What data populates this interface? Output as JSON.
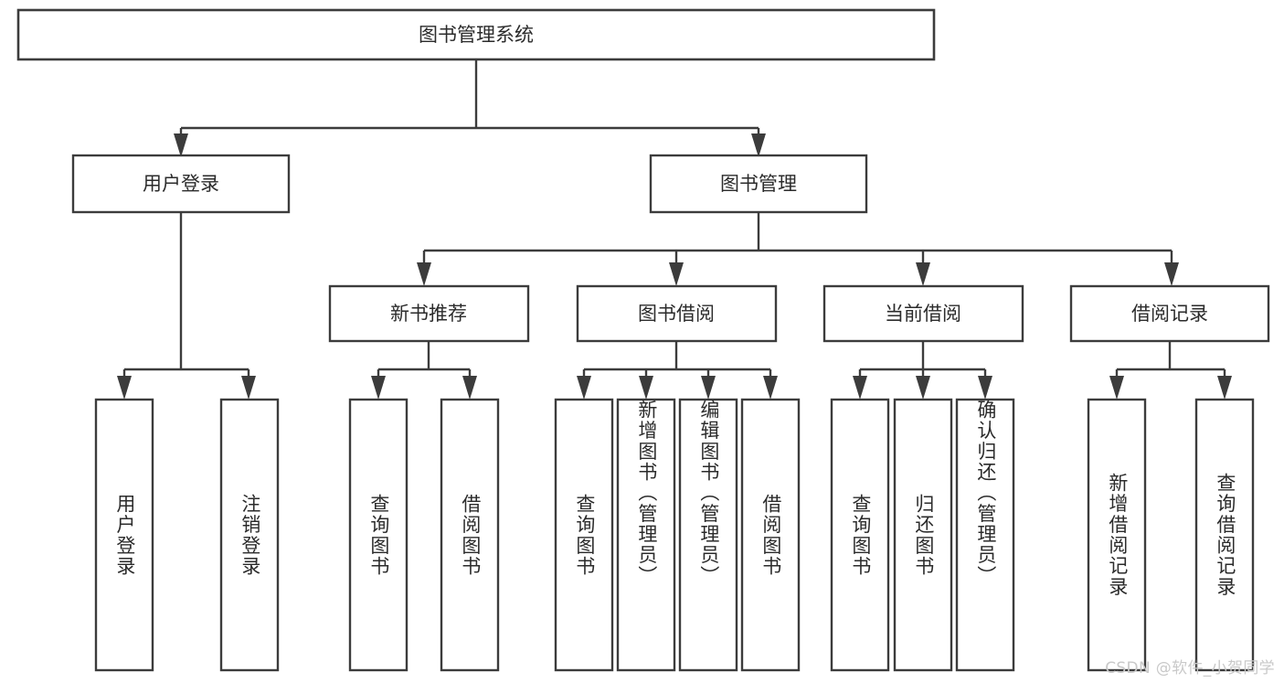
{
  "diagram": {
    "type": "tree",
    "title": "图书管理系统",
    "watermark": "CSDN @软件_小贺同学",
    "colors": {
      "stroke": "#3c3c3c",
      "fill": "#ffffff",
      "text": "#2b2b2b",
      "watermark": "#c9c9c9",
      "background": "#ffffff"
    },
    "nodes": {
      "root": {
        "label": "图书管理系统"
      },
      "level2": [
        {
          "label": "用户登录"
        },
        {
          "label": "图书管理"
        }
      ],
      "level3": [
        {
          "label": "新书推荐"
        },
        {
          "label": "图书借阅"
        },
        {
          "label": "当前借阅"
        },
        {
          "label": "借阅记录"
        }
      ],
      "leaves": [
        {
          "label": "用户登录",
          "parent": "用户登录"
        },
        {
          "label": "注销登录",
          "parent": "用户登录"
        },
        {
          "label": "查询图书",
          "parent": "新书推荐"
        },
        {
          "label": "借阅图书",
          "parent": "新书推荐"
        },
        {
          "label": "查询图书",
          "parent": "图书借阅"
        },
        {
          "label": "新增图书（管理员）",
          "parent": "图书借阅"
        },
        {
          "label": "编辑图书（管理员）",
          "parent": "图书借阅"
        },
        {
          "label": "借阅图书",
          "parent": "图书借阅"
        },
        {
          "label": "查询图书",
          "parent": "当前借阅"
        },
        {
          "label": "归还图书",
          "parent": "当前借阅"
        },
        {
          "label": "确认归还（管理员）",
          "parent": "当前借阅"
        },
        {
          "label": "新增借阅记录",
          "parent": "借阅记录"
        },
        {
          "label": "查询借阅记录",
          "parent": "借阅记录"
        }
      ]
    }
  }
}
